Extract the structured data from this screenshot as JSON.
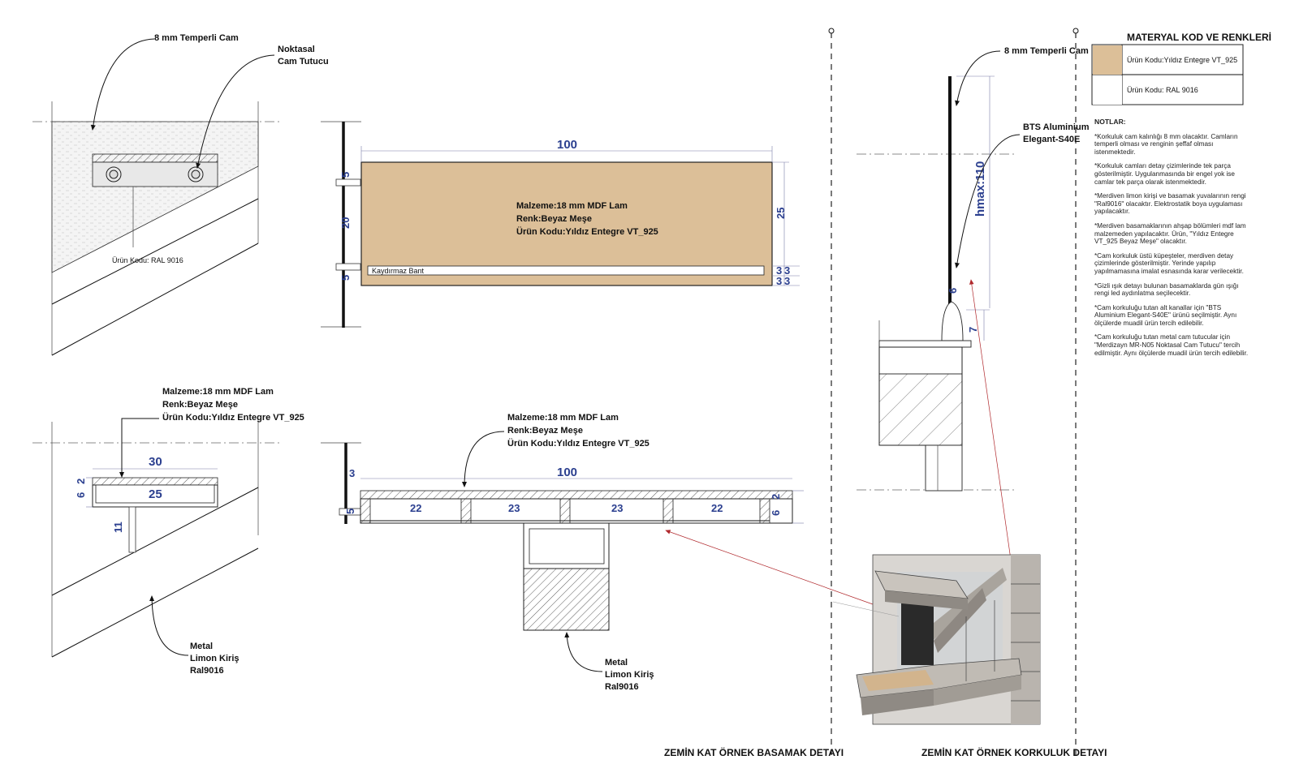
{
  "labels": {
    "tempered_glass": "8 mm Temperli Cam",
    "point_holder_1": "Noktasal",
    "point_holder_2": "Cam Tutucu",
    "ral_code": "Ürün Kodu: RAL 9016",
    "material_1": "Malzeme:18 mm MDF Lam",
    "material_2": "Renk:Beyaz Meşe",
    "material_3": "Ürün Kodu:Yıldız Entegre VT_925",
    "non_slip": "Kaydırmaz Bant",
    "metal_1": "Metal",
    "metal_2": "Limon Kiriş",
    "metal_3": "Ral9016",
    "bts_1": "BTS Aluminium",
    "bts_2": "Elegant-S40E"
  },
  "dimensions": {
    "d100": "100",
    "d25": "25",
    "d20": "20",
    "d5": "5",
    "d3": "3",
    "d30": "30",
    "d2": "2",
    "d6": "6",
    "d11": "11",
    "d22": "22",
    "d23": "23",
    "d7": "7",
    "hmax": "hmax:110"
  },
  "legend": {
    "title": "MATERYAL KOD VE RENKLERİ",
    "rows": [
      {
        "swatch": "#dcbf98",
        "label": "Ürün Kodu:Yıldız Entegre VT_925"
      },
      {
        "swatch": "#ffffff",
        "label": "Ürün Kodu: RAL 9016"
      }
    ]
  },
  "notes": {
    "heading": "NOTLAR:",
    "items": [
      "*Korkuluk cam kalınlığı 8 mm olacaktır. Camların temperli olması ve renginin şeffaf olması istenmektedir.",
      "*Korkuluk camları detay çizimlerinde tek parça gösterilmiştir. Uygulanmasında bir engel yok ise camlar tek parça olarak istenmektedir.",
      "*Merdiven limon kirişi ve basamak yuvalarının rengi \"Ral9016\" olacaktır. Elektrostatik boya uygulaması yapılacaktır.",
      "*Merdiven basamaklarının ahşap bölümleri mdf lam malzemeden yapılacaktır. Ürün, \"Yıldız Entegre VT_925 Beyaz Meşe\" olacaktır.",
      "*Cam korkuluk üstü küpeşteler, merdiven detay çizimlerinde gösterilmiştir. Yerinde yapılıp yapılmamasına imalat esnasında karar verilecektir.",
      "*Gizli ışık detayı bulunan basamaklarda gün ışığı rengi led aydınlatma seçilecektir.",
      "*Cam korkuluğu tutan alt kanallar için \"BTS Aluminium Elegant-S40E\" ürünü seçilmiştir. Aynı ölçülerde muadil ürün tercih edilebilir.",
      "*Cam korkuluğu tutan metal cam tutucular için \"Merdizayn MR-N05 Noktasal Cam Tutucu\" tercih edilmiştir. Aynı ölçülerde muadil ürün tercih edilebilir."
    ]
  },
  "titles": {
    "step_detail": "ZEMİN KAT ÖRNEK BASAMAK DETAYI",
    "railing_detail": "ZEMİN KAT ÖRNEK KORKULUK DETAYI"
  },
  "colors": {
    "wood": "#dcbf98",
    "dimension": "#2b3f8f",
    "arrow_red": "#b0282c"
  }
}
